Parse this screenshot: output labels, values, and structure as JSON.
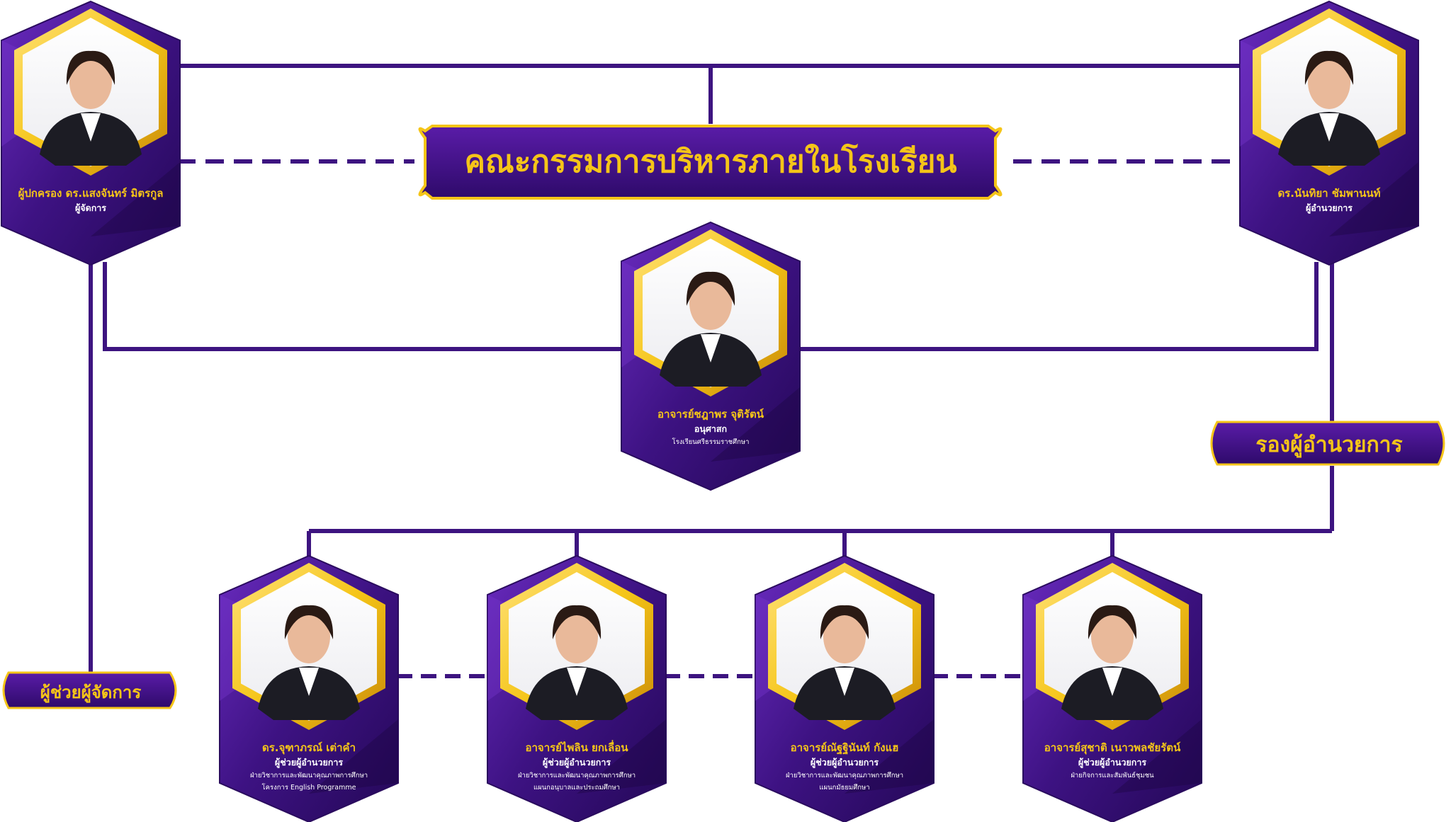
{
  "colors": {
    "purple_dark": "#2a0b5e",
    "purple": "#4b1690",
    "purple_light": "#6a2bc0",
    "line": "#3d1480",
    "gold": "#f5c518",
    "gold_dark": "#c98a08",
    "white": "#ffffff"
  },
  "banners": {
    "committee": "คณะกรรมการบริหารภายในโรงเรียน",
    "deputy_director": "รองผู้อำนวยการ",
    "assistant_manager": "ผู้ช่วยผู้จัดการ"
  },
  "people": [
    {
      "id": "manager",
      "name": "ผู้ปกครอง ดร.แสงจันทร์ มิตรกูล",
      "lines": [
        "ผู้จัดการ"
      ]
    },
    {
      "id": "director",
      "name": "ดร.นันทิยา ชัมพานนท์",
      "lines": [
        "ผู้อำนวยการ"
      ]
    },
    {
      "id": "licensee",
      "name": "อาจารย์ชฎาพร จุติรัตน์",
      "lines": [
        "อนุศาสก",
        "โรงเรียนศรีธรรมราชศึกษา"
      ]
    },
    {
      "id": "asst1",
      "name": "ดร.จุฑาภรณ์ เต่าคำ",
      "lines": [
        "ผู้ช่วยผู้อำนวยการ",
        "ฝ่ายวิชาการและพัฒนาคุณภาพการศึกษา",
        "โครงการ English Programme"
      ]
    },
    {
      "id": "asst2",
      "name": "อาจารย์ไพลิน ยกเลื่อน",
      "lines": [
        "ผู้ช่วยผู้อำนวยการ",
        "ฝ่ายวิชาการและพัฒนาคุณภาพการศึกษา",
        "แผนกอนุบาลและประถมศึกษา"
      ]
    },
    {
      "id": "asst3",
      "name": "อาจารย์ณัฐฐินันท์ กังแฮ",
      "lines": [
        "ผู้ช่วยผู้อำนวยการ",
        "ฝ่ายวิชาการและพัฒนาคุณภาพการศึกษา",
        "แผนกมัธยมศึกษา"
      ]
    },
    {
      "id": "asst4",
      "name": "อาจารย์สุชาติ เนาวพลชัยรัตน์",
      "lines": [
        "ผู้ช่วยผู้อำนวยการ",
        "ฝ่ายกิจการและสัมพันธ์ชุมชน"
      ]
    }
  ]
}
